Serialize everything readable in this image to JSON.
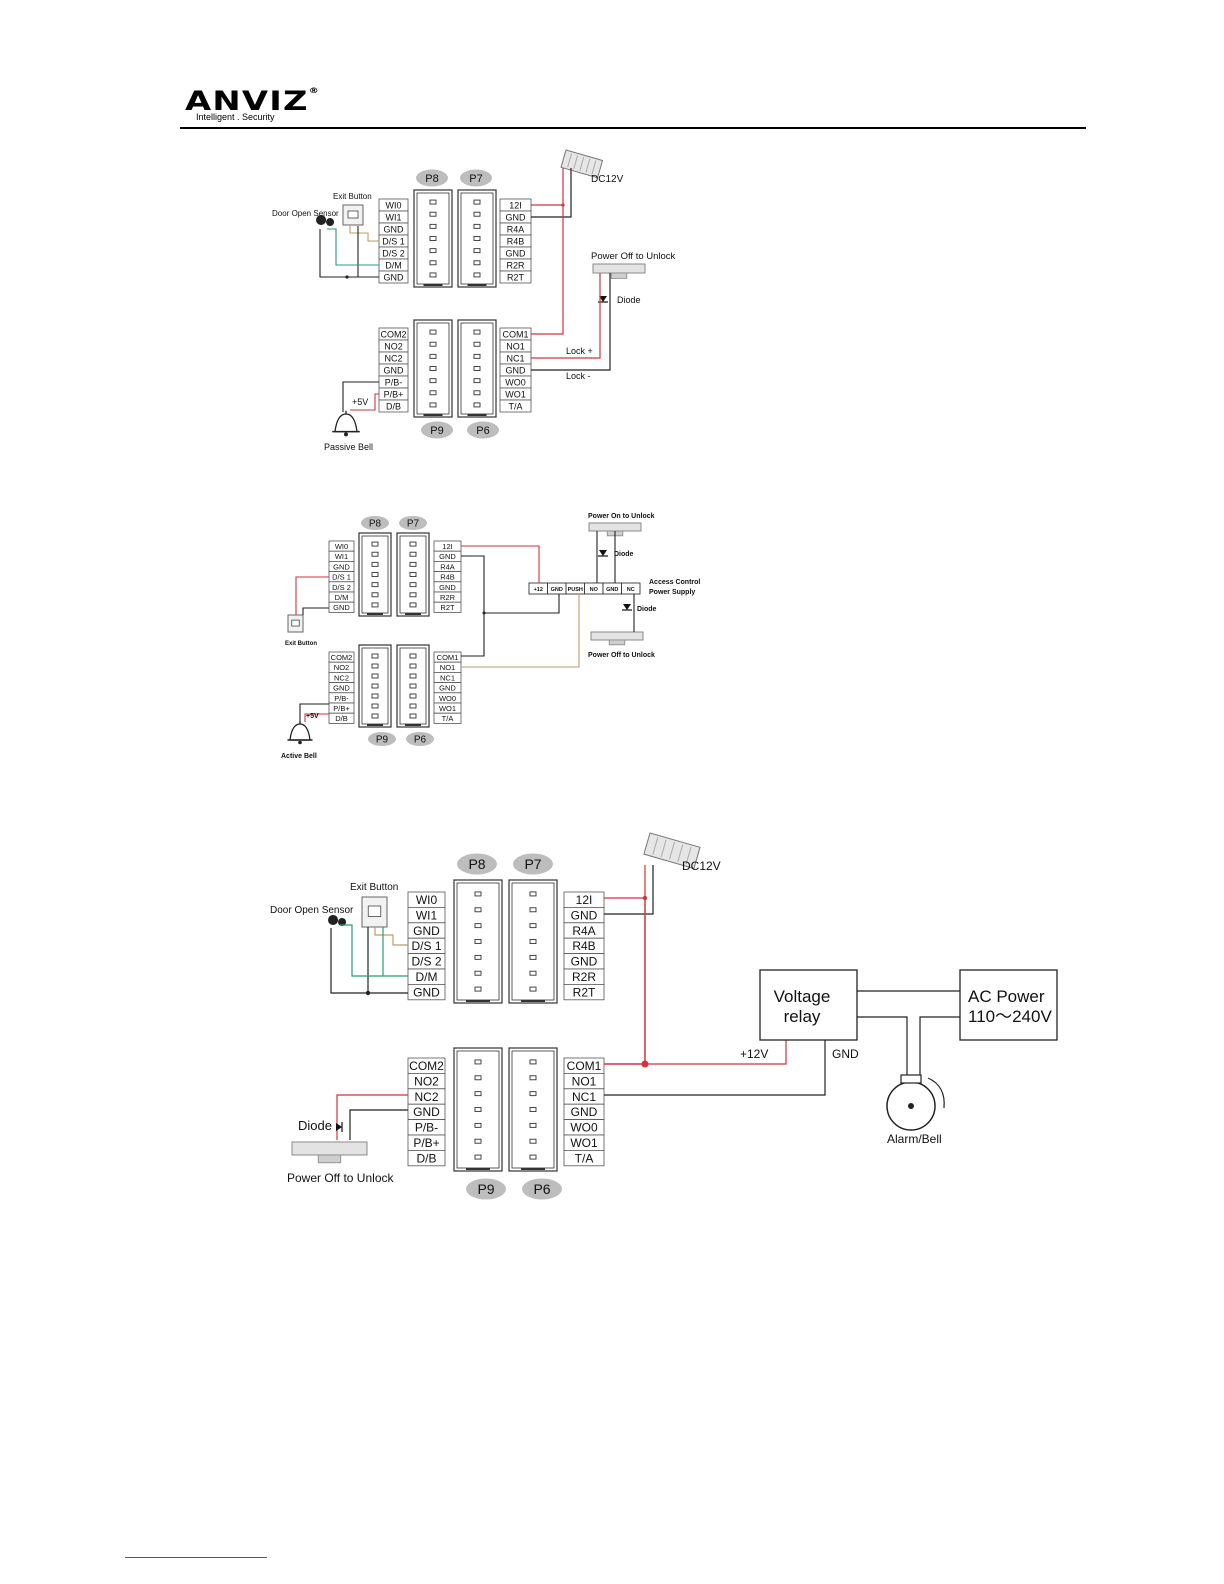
{
  "header": {
    "brand": "ANVIZ",
    "tagline": "Intelligent . Security"
  },
  "diagrams": [
    {
      "id": "d1",
      "header_tags": [
        "P8",
        "P7"
      ],
      "footer_tags": [
        "P9",
        "P6"
      ],
      "p8_pins": [
        "WI0",
        "WI1",
        "GND",
        "D/S 1",
        "D/S 2",
        "D/M",
        "GND"
      ],
      "p7_pins": [
        "12I",
        "GND",
        "R4A",
        "R4B",
        "GND",
        "R2R",
        "R2T"
      ],
      "p9_pins": [
        "COM2",
        "NO2",
        "NC2",
        "GND",
        "P/B-",
        "P/B+",
        "D/B"
      ],
      "p6_pins": [
        "COM1",
        "NO1",
        "NC1",
        "GND",
        "WO0",
        "WO1",
        "T/A"
      ],
      "labels": {
        "power": "DC12V",
        "exit_button": "Exit Button",
        "door_sensor": "Door Open Sensor",
        "lock": "Power Off to Unlock",
        "diode": "Diode",
        "lock_plus": "Lock +",
        "lock_minus": "Lock -",
        "plus5v": "+5V",
        "bell": "Passive Bell"
      }
    },
    {
      "id": "d2",
      "header_tags": [
        "P8",
        "P7"
      ],
      "footer_tags": [
        "P9",
        "P6"
      ],
      "p8_pins": [
        "WI0",
        "WI1",
        "GND",
        "D/S 1",
        "D/S 2",
        "D/M",
        "GND"
      ],
      "p7_pins": [
        "12I",
        "GND",
        "R4A",
        "R4B",
        "GND",
        "R2R",
        "R2T"
      ],
      "p9_pins": [
        "COM2",
        "NO2",
        "NC2",
        "GND",
        "P/B-",
        "P/B+",
        "D/B"
      ],
      "p6_pins": [
        "COM1",
        "NO1",
        "NC1",
        "GND",
        "WO0",
        "WO1",
        "T/A"
      ],
      "psu_terminals": [
        "+12",
        "GND",
        "PUSH",
        "NO",
        "GND",
        "NC"
      ],
      "labels": {
        "lock_on": "Power On to Unlock",
        "lock_off": "Power Off to Unlock",
        "diode_top": "Diode",
        "diode_bottom": "Diode",
        "psu_line1": "Access Control",
        "psu_line2": "Power Supply",
        "exit_button": "Exit Button",
        "plus5v": "+5V",
        "bell": "Active Bell"
      }
    },
    {
      "id": "d3",
      "header_tags": [
        "P8",
        "P7"
      ],
      "footer_tags": [
        "P9",
        "P6"
      ],
      "p8_pins": [
        "WI0",
        "WI1",
        "GND",
        "D/S 1",
        "D/S 2",
        "D/M",
        "GND"
      ],
      "p7_pins": [
        "12I",
        "GND",
        "R4A",
        "R4B",
        "GND",
        "R2R",
        "R2T"
      ],
      "p9_pins": [
        "COM2",
        "NO2",
        "NC2",
        "GND",
        "P/B-",
        "P/B+",
        "D/B"
      ],
      "p6_pins": [
        "COM1",
        "NO1",
        "NC1",
        "GND",
        "WO0",
        "WO1",
        "T/A"
      ],
      "labels": {
        "power": "DC12V",
        "exit_button": "Exit Button",
        "door_sensor": "Door Open Sensor",
        "relay_line1": "Voltage",
        "relay_line2": "relay",
        "ac_line1": "AC Power",
        "ac_line2": "110～240V",
        "plus12v": "+12V",
        "gnd": "GND",
        "alarm": "Alarm/Bell",
        "diode": "Diode",
        "lock": "Power Off to Unlock"
      }
    }
  ]
}
